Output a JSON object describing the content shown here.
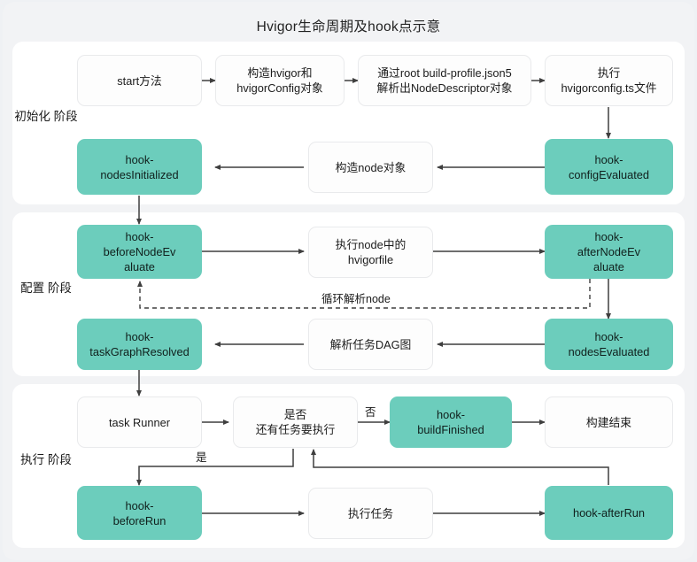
{
  "title": "Hvigor生命周期及hook点示意",
  "colors": {
    "page_background": "#eff1f4",
    "card_background": "#ffffff",
    "hook_accent": "#6ccdbc",
    "node_border": "#e9eaec",
    "edge": "#3f3f3f",
    "text": "#1b1b1b"
  },
  "phases": [
    {
      "id": "init",
      "label": "初始化\n阶段",
      "nodes": [
        {
          "id": "start-method",
          "label": "start方法",
          "kind": "plain"
        },
        {
          "id": "build-hvigor-config",
          "label": "构造hvigor和\nhvigorConfig对象",
          "kind": "plain"
        },
        {
          "id": "parse-node-descriptor",
          "label": "通过root build-profile.json5\n解析出NodeDescriptor对象",
          "kind": "plain"
        },
        {
          "id": "run-hvigorconfig-ts",
          "label": "执行\nhvigorconfig.ts文件",
          "kind": "plain"
        },
        {
          "id": "hook-configEvaluated",
          "label": "hook-\nconfigEvaluated",
          "kind": "hook"
        },
        {
          "id": "build-node-object",
          "label": "构造node对象",
          "kind": "plain"
        },
        {
          "id": "hook-nodesInitialized",
          "label": "hook-\nnodesInitialized",
          "kind": "hook"
        }
      ]
    },
    {
      "id": "config",
      "label": "配置\n阶段",
      "nodes": [
        {
          "id": "hook-beforeNodeEvaluate",
          "label": "hook-\nbeforeNodeEv\naluate",
          "kind": "hook"
        },
        {
          "id": "run-hvigorfile",
          "label": "执行node中的\nhvigorfile",
          "kind": "plain"
        },
        {
          "id": "hook-afterNodeEvaluate",
          "label": "hook-\nafterNodeEv\naluate",
          "kind": "hook"
        },
        {
          "id": "hook-nodesEvaluated",
          "label": "hook-\nnodesEvaluated",
          "kind": "hook"
        },
        {
          "id": "parse-task-dag",
          "label": "解析任务DAG图",
          "kind": "plain"
        },
        {
          "id": "hook-taskGraphResolved",
          "label": "hook-\ntaskGraphResolved",
          "kind": "hook"
        }
      ],
      "edge_labels": [
        {
          "id": "loop-parse-node",
          "text": "循环解析node"
        }
      ]
    },
    {
      "id": "exec",
      "label": "执行\n阶段",
      "nodes": [
        {
          "id": "task-runner",
          "label": "task Runner",
          "kind": "plain"
        },
        {
          "id": "more-tasks-decision",
          "label": "是否\n还有任务要执行",
          "kind": "plain"
        },
        {
          "id": "hook-buildFinished",
          "label": "hook-\nbuildFinished",
          "kind": "hook"
        },
        {
          "id": "build-end",
          "label": "构建结束",
          "kind": "plain"
        },
        {
          "id": "hook-beforeRun",
          "label": "hook-\nbeforeRun",
          "kind": "hook"
        },
        {
          "id": "run-task",
          "label": "执行任务",
          "kind": "plain"
        },
        {
          "id": "hook-afterRun",
          "label": "hook-afterRun",
          "kind": "hook"
        }
      ],
      "edge_labels": [
        {
          "id": "branch-no",
          "text": "否"
        },
        {
          "id": "branch-yes",
          "text": "是"
        }
      ]
    }
  ]
}
